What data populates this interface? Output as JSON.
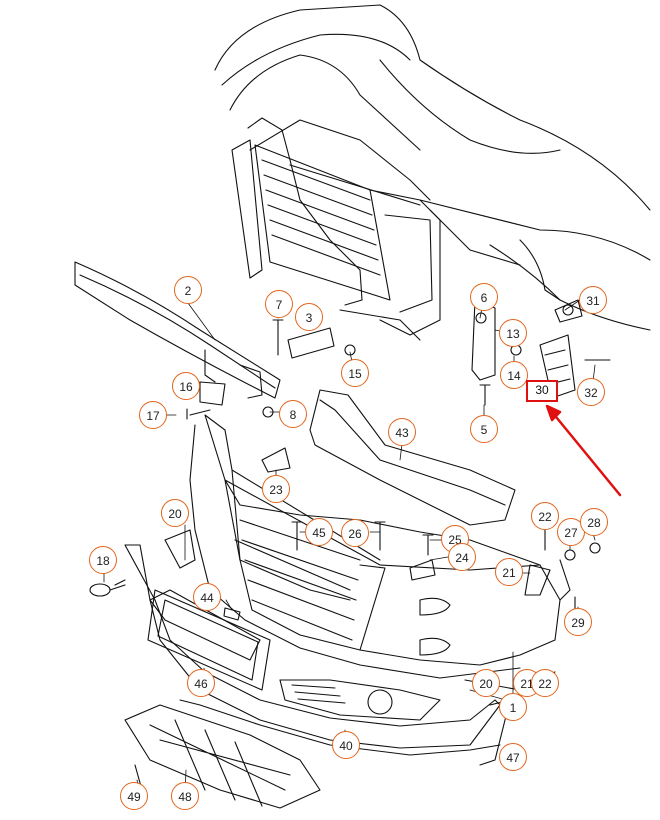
{
  "diagram": {
    "labels": {
      "c1": "1",
      "c2": "2",
      "c3": "3",
      "c5": "5",
      "c6": "6",
      "c7": "7",
      "c8": "8",
      "c13": "13",
      "c14": "14",
      "c15": "15",
      "c16": "16",
      "c17": "17",
      "c18": "18",
      "c20a": "20",
      "c20b": "20",
      "c21a": "21",
      "c21b": "21",
      "c22a": "22",
      "c22b": "22",
      "c23": "23",
      "c24": "24",
      "c25": "25",
      "c26": "26",
      "c27": "27",
      "c28": "28",
      "c29": "29",
      "c31": "31",
      "c32": "32",
      "c40": "40",
      "c43": "43",
      "c44": "44",
      "c45": "45",
      "c46": "46",
      "c47": "47",
      "c48": "48",
      "c49": "49"
    },
    "highlighted_part": "30",
    "callout_color": "#e0671f",
    "highlight_color": "#e01010"
  }
}
